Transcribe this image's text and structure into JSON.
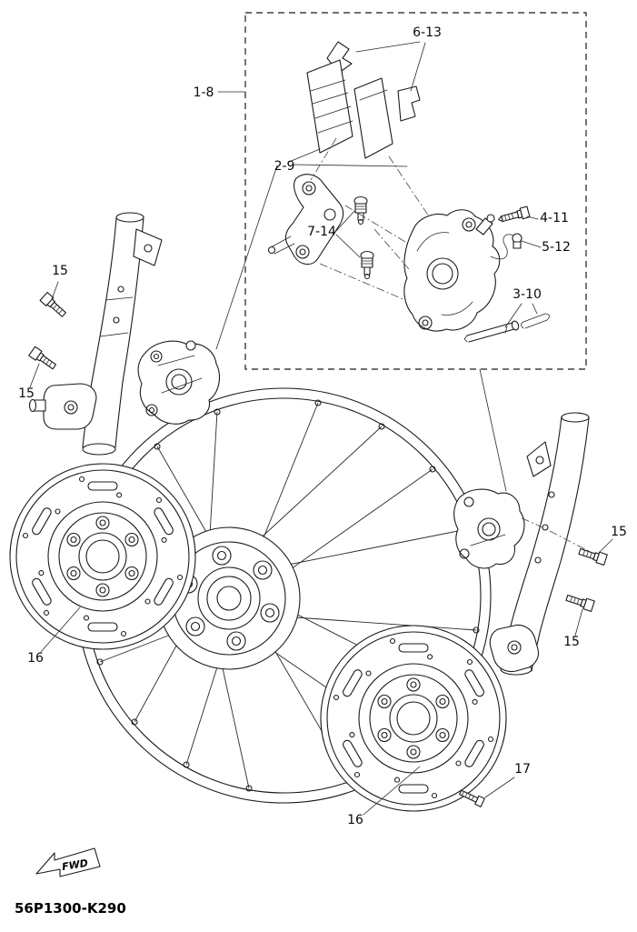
{
  "diagram": {
    "part_code": "56P1300-K290",
    "fwd_label": "FWD",
    "callouts": {
      "group_box": "1-8",
      "brake_pads": "2-9",
      "pad_clips": "6-13",
      "slide_pins": "7-14",
      "bleed_screw": "4-11",
      "bleed_cap": "5-12",
      "pad_pin": "3-10",
      "bolt_upper_left": "15",
      "bolt_left": "15",
      "bolt_right_upper": "15",
      "bolt_right_lower": "15",
      "disc_left": "16",
      "disc_lower": "16",
      "disc_bolt": "17"
    }
  }
}
